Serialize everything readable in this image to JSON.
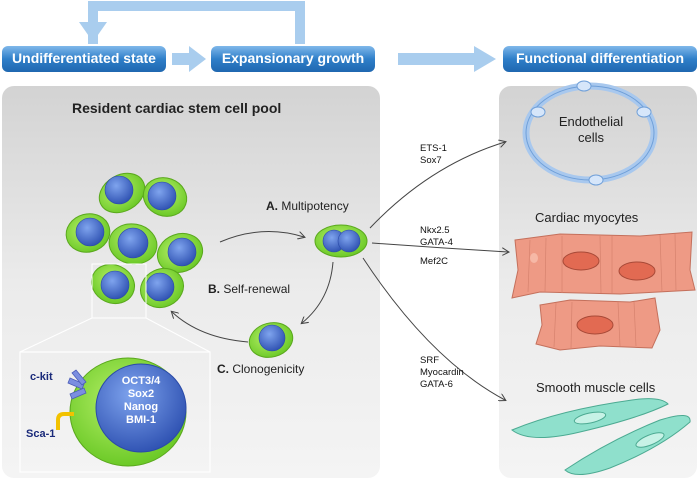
{
  "stages": {
    "undifferentiated": "Undifferentiated state",
    "expansion": "Expansionary growth",
    "differentiation": "Functional differentiation"
  },
  "pool": {
    "title": "Resident cardiac stem cell pool",
    "multipotency_letter": "A.",
    "multipotency": "Multipotency",
    "selfrenewal_letter": "B.",
    "selfrenewal": "Self-renewal",
    "clonogenicity_letter": "C.",
    "clonogenicity": "Clonogenicity"
  },
  "inset": {
    "receptor_ckit": "c-kit",
    "receptor_sca1": "Sca-1",
    "nuclear_factors": [
      "OCT3/4",
      "Sox2",
      "Nanog",
      "BMI-1"
    ]
  },
  "factors": {
    "endothelial": [
      "ETS-1",
      "Sox7"
    ],
    "myocyte_upper": [
      "Nkx2.5",
      "GATA-4"
    ],
    "myocyte_lower": [
      "Mef2C"
    ],
    "smooth": [
      "SRF",
      "Myocardin",
      "GATA-6"
    ]
  },
  "outcomes": {
    "endothelial_line1": "Endothelial",
    "endothelial_line2": "cells",
    "myocytes": "Cardiac myocytes",
    "smooth_muscle": "Smooth muscle cells"
  },
  "colors": {
    "stage_box": "#2f7fc9",
    "arrow": "#a9cdee",
    "panel": "#e3e3e3",
    "cell_green": "#8ddd34",
    "nucleus_blue": "#3d64c4",
    "myocyte": "#ee9a85",
    "smooth": "#8fe0cc"
  }
}
